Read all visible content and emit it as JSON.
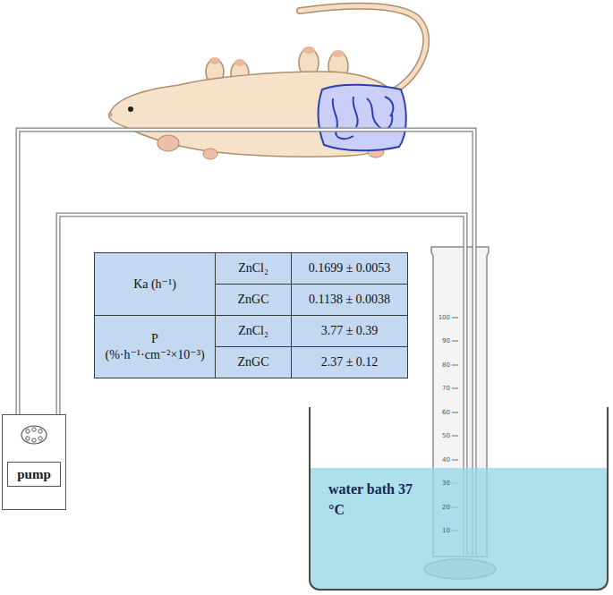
{
  "diagram": {
    "nodes": [
      {
        "text": [
          "pump"
        ]
      },
      {
        "text": [
          "water bath 37 °C"
        ]
      }
    ],
    "edges": [
      {
        "from": 0,
        "to": 1,
        "arrow": "none"
      },
      {
        "from": 0,
        "to": 1,
        "arrow": "none"
      }
    ],
    "labels": [
      "Ka (h⁻¹)",
      "ZnCl₂",
      "0.1699 ± 0.0053",
      "ZnGC",
      "0.1138 ± 0.0038",
      "P (%·h⁻¹·cm⁻²×10⁻³)",
      "ZnCl₂",
      "3.77 ± 0.39",
      "ZnGC",
      "2.37 ± 0.12",
      "100",
      "90",
      "80",
      "70",
      "60",
      "50",
      "40",
      "30",
      "20",
      "10"
    ]
  }
}
